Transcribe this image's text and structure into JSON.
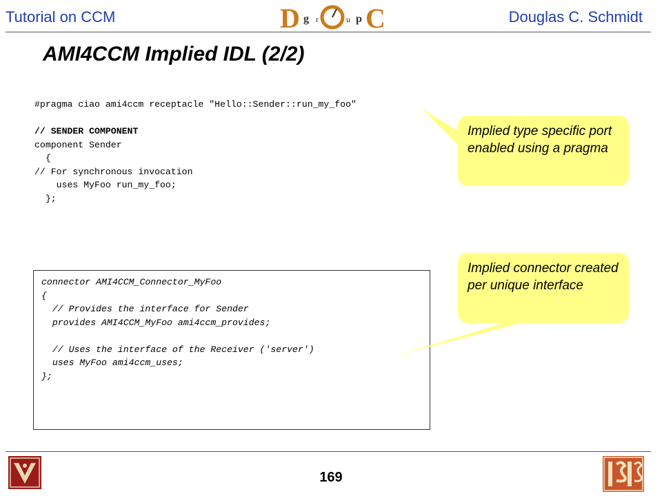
{
  "header": {
    "left_text": "Tutorial on CCM",
    "right_text": "Douglas C. Schmidt",
    "logo_text": "DOC group logo"
  },
  "slide": {
    "title": "AMI4CCM Implied IDL (2/2)",
    "code_top": {
      "line1": "#pragma ciao ami4ccm receptacle \"Hello::Sender::run_my_foo\"",
      "line2": "",
      "line3": "// SENDER COMPONENT",
      "line4": "component Sender",
      "line5": "  {",
      "line6": "// For synchronous invocation",
      "line7": "    uses MyFoo run_my_foo;",
      "line8": "  };"
    },
    "code_box": {
      "line1": "connector AMI4CCM_Connector_MyFoo",
      "line2": "{",
      "line3": "  // Provides the interface for Sender",
      "line4": "  provides AMI4CCM_MyFoo ami4ccm_provides;",
      "line5": "",
      "line6": "  // Uses the interface of the Receiver ('server')",
      "line7": "  uses MyFoo ami4ccm_uses;",
      "line8": "};"
    },
    "callouts": [
      {
        "text": "Implied type specific port enabled using a pragma"
      },
      {
        "text": "Implied connector created per unique interface"
      }
    ],
    "callout_color": "#ffff88"
  },
  "footer": {
    "page_number": "169",
    "left_logo": "vanderbilt-logo",
    "right_logo": "isis-logo"
  },
  "colors": {
    "header_text": "#1f3fa8"
  }
}
